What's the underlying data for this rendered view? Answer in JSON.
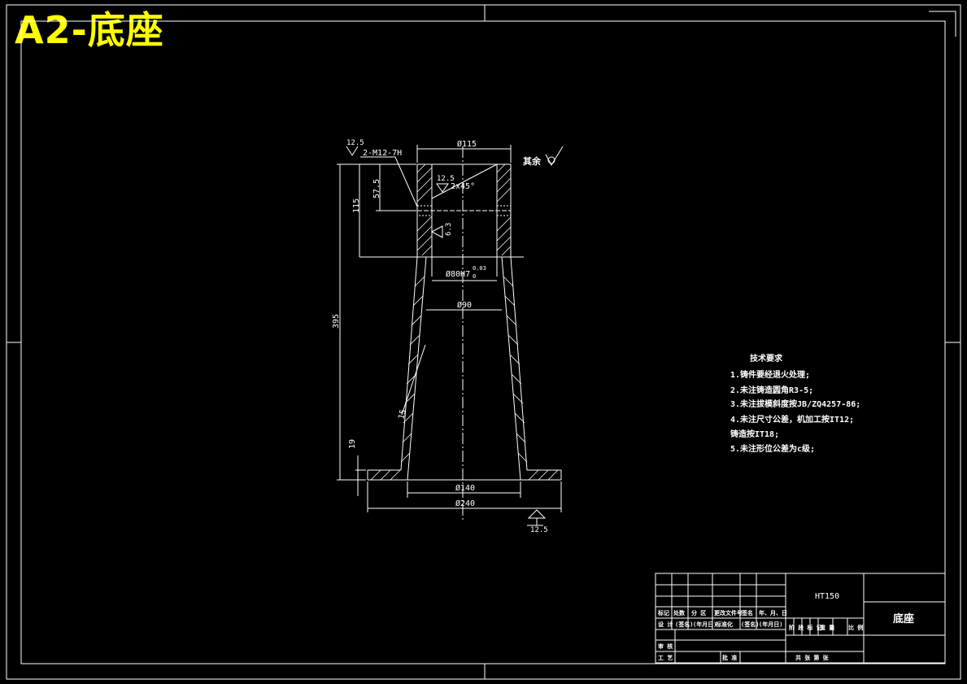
{
  "sheet_title": "A2-底座",
  "colors": {
    "background": "#000000",
    "lines": "#ffffff",
    "title": "#ffff00"
  },
  "drawing": {
    "dimensions": {
      "dia_115": "Ø115",
      "thread": "2-M12-7H",
      "chamfer": "2x45°",
      "height_57_5": "57.5",
      "height_115": "115",
      "height_395": "395",
      "height_19": "19",
      "dia_80": "Ø80H7",
      "tol_upper": "0.03",
      "tol_lower": "0",
      "dia_90": "Ø90",
      "slope_15": "15",
      "dia_140": "Ø140",
      "dia_240": "Ø240"
    },
    "roughness": {
      "r1": "12.5",
      "r2": "12.5",
      "r3": "6.3",
      "r4": "12.5",
      "rest_label": "其余"
    }
  },
  "tech_requirements": {
    "heading": "技术要求",
    "items": [
      "1.铸件要经退火处理;",
      "2.未注铸造圆角R3-5;",
      "3.未注拔模斜度按JB/ZQ4257-86;",
      "4.未注尺寸公差，机加工按IT12;",
      "铸造按IT18;",
      "5.未注形位公差为c级;"
    ]
  },
  "title_block": {
    "material": "HT150",
    "part_name": "底座",
    "row_labels": [
      "标记",
      "处数",
      "分 区",
      "更改文件号",
      "签名",
      "年、月、日"
    ],
    "row2_labels": [
      "设 计",
      "(签名)",
      "(年月日)",
      "标准化",
      "(签名)",
      "(年月日)"
    ],
    "stage_labels": [
      "阶 段 标 记",
      "重 量",
      "比 例"
    ],
    "review": "审 核",
    "process": "工 艺",
    "approve": "批 准",
    "sheets": "共   张   第   张"
  }
}
